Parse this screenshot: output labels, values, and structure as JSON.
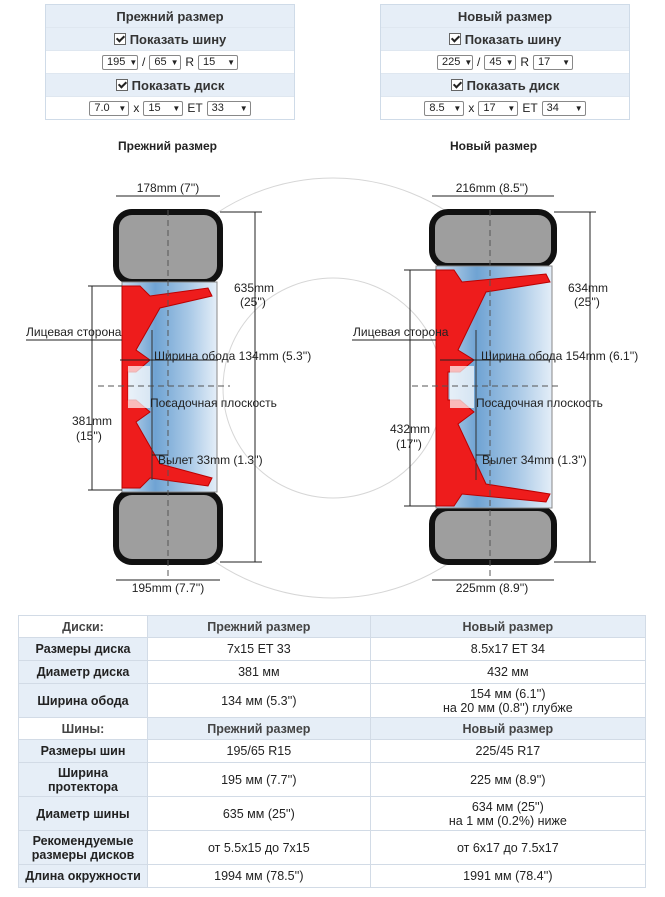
{
  "left": {
    "title": "Прежний размер",
    "show_tire": "Показать шину",
    "tire": {
      "width": "195",
      "profile": "65",
      "r": "R",
      "diameter": "15"
    },
    "show_disk": "Показать диск",
    "disk": {
      "width": "7.0",
      "x": "x",
      "diameter": "15",
      "et_label": "ET",
      "et": "33"
    }
  },
  "right": {
    "title": "Новый размер",
    "show_tire": "Показать шину",
    "tire": {
      "width": "225",
      "profile": "45",
      "r": "R",
      "diameter": "17"
    },
    "show_disk": "Показать диск",
    "disk": {
      "width": "8.5",
      "x": "x",
      "diameter": "17",
      "et_label": "ET",
      "et": "34"
    }
  },
  "slash": "/",
  "diagram": {
    "left": {
      "caption": "Прежний размер",
      "tread_top": "178mm (7'')",
      "height": "635mm",
      "height_in": "(25'')",
      "face": "Лицевая сторона",
      "rim_width": "Ширина обода 134mm (5.3'')",
      "mount": "Посадочная плоскость",
      "rim_diam": "381mm",
      "rim_diam_in": "(15'')",
      "offset": "Вылет 33mm (1.3'')",
      "tire_width": "195mm (7.7'')"
    },
    "right": {
      "caption": "Новый размер",
      "tread_top": "216mm (8.5'')",
      "height": "634mm",
      "height_in": "(25'')",
      "face": "Лицевая сторона",
      "rim_width": "Ширина обода  154mm (6.1'')",
      "mount": "Посадочная плоскость",
      "rim_diam": "432mm",
      "rim_diam_in": "(17'')",
      "offset": "Вылет 34mm (1.3'')",
      "tire_width": "225mm (8.9'')"
    }
  },
  "table": {
    "disks_header": "Диски:",
    "col_old": "Прежний размер",
    "col_new": "Новый размер",
    "disk_rows": [
      {
        "label": "Размеры диска",
        "old": "7x15 ET 33",
        "new": "8.5x17 ET 34",
        "new_note": ""
      },
      {
        "label": "Диаметр диска",
        "old": "381 мм",
        "new": "432 мм",
        "new_note": ""
      },
      {
        "label": "Ширина обода",
        "old": "134 мм (5.3'')",
        "new": "154 мм (6.1'')",
        "new_note": "на 20 мм (0.8'') глубже"
      }
    ],
    "tires_header": "Шины:",
    "tire_rows": [
      {
        "label": "Размеры шин",
        "old": "195/65 R15",
        "new": "225/45 R17",
        "new_note": ""
      },
      {
        "label": "Ширина протектора",
        "old": "195 мм (7.7'')",
        "new": "225 мм (8.9'')",
        "new_note": ""
      },
      {
        "label": "Диаметр шины",
        "old": "635 мм (25'')",
        "new": "634 мм (25'')",
        "new_note": "на 1 мм (0.2%) ниже"
      },
      {
        "label": "Рекомендуемые размеры дисков",
        "old": "от 5.5x15 до 7x15",
        "new": "от 6x17 до 7.5x17",
        "new_note": ""
      },
      {
        "label": "Длина окружности",
        "old": "1994 мм (78.5'')",
        "new": "1991 мм (78.4'')",
        "new_note": ""
      }
    ]
  }
}
